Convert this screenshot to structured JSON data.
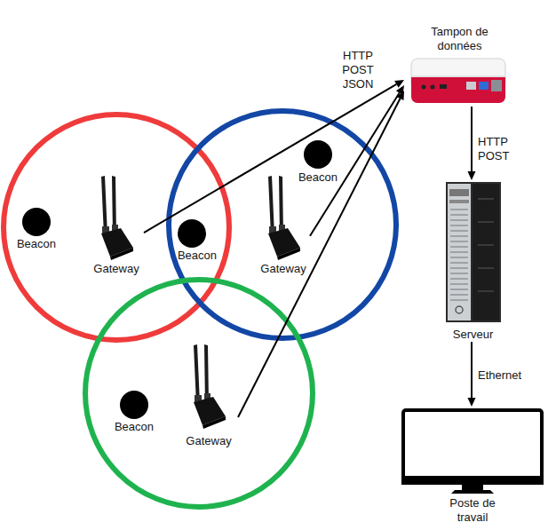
{
  "diagram": {
    "nodes": [
      {
        "text": [
          "Tampon de données"
        ]
      },
      {
        "text": [
          "Beacon"
        ]
      },
      {
        "text": [
          "Gateway"
        ]
      },
      {
        "text": [
          "Beacon"
        ]
      },
      {
        "text": [
          "Beacon"
        ]
      },
      {
        "text": [
          "Gateway"
        ]
      },
      {
        "text": [
          "Serveur"
        ]
      },
      {
        "text": [
          "Beacon"
        ]
      },
      {
        "text": [
          "Gateway"
        ]
      },
      {
        "text": [
          "Poste de travail"
        ]
      }
    ],
    "edges": [
      {
        "from": 2,
        "to": 0,
        "arrow": "to"
      },
      {
        "from": 5,
        "to": 0,
        "arrow": "to"
      },
      {
        "from": 8,
        "to": 0,
        "arrow": "to"
      },
      {
        "from": 0,
        "to": 6,
        "label": "HTTP POST",
        "arrow": "to"
      },
      {
        "from": 6,
        "to": 9,
        "label": "Ethernet",
        "arrow": "to"
      }
    ],
    "labels": [
      "HTTP POST JSON"
    ]
  }
}
